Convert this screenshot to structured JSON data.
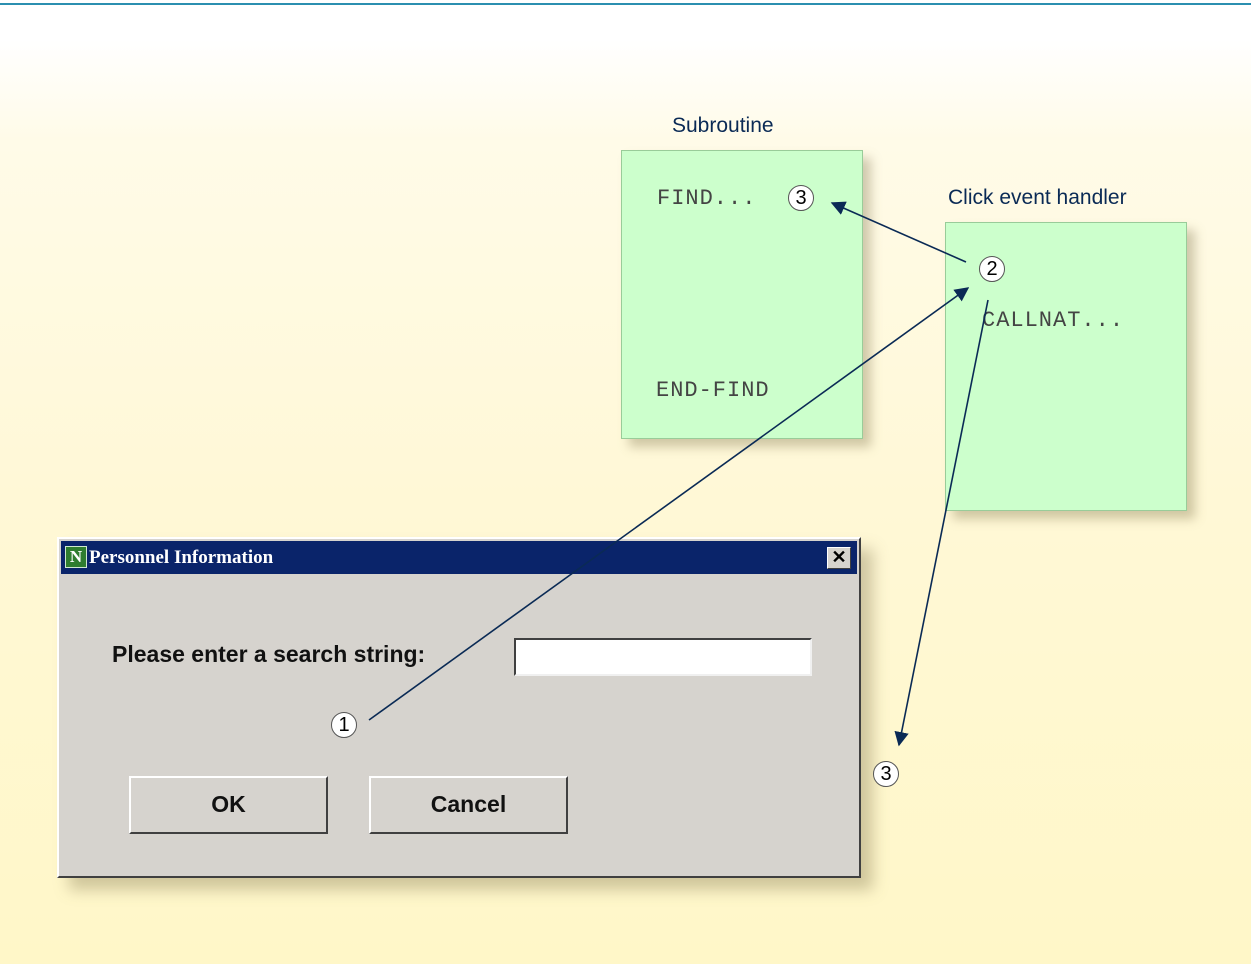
{
  "diagram": {
    "subroutine": {
      "title": "Subroutine",
      "code_start": "FIND...",
      "code_end": "END-FIND"
    },
    "event_handler": {
      "title": "Click event handler",
      "code": "CALLNAT..."
    },
    "markers": {
      "one": "1",
      "two": "2",
      "three_top": "3",
      "three_bottom": "3"
    }
  },
  "dialog": {
    "title": "Personnel Information",
    "icon_letter": "N",
    "close_glyph": "✕",
    "prompt": "Please enter a search string:",
    "search_value": "",
    "ok_label": "OK",
    "cancel_label": "Cancel"
  },
  "colors": {
    "box_fill": "#ccffcc",
    "titlebar": "#0a246a",
    "arrow": "#0a2a55"
  }
}
